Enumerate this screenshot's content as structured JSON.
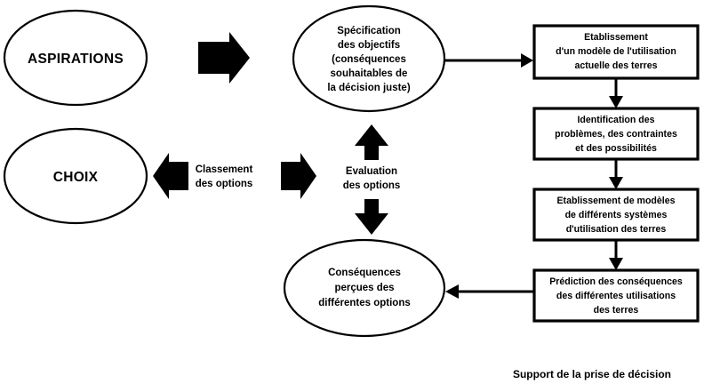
{
  "diagram": {
    "title_caption": "Support de la prise de décision",
    "nodes": {
      "aspirations": {
        "shape": "ellipse",
        "lines": [
          "ASPIRATIONS"
        ]
      },
      "choix": {
        "shape": "ellipse",
        "lines": [
          "CHOIX"
        ]
      },
      "specification": {
        "shape": "ellipse",
        "lines": [
          "Spécification",
          "des objectifs",
          "(conséquences",
          "souhaitables de",
          "la décision juste)"
        ]
      },
      "consequences": {
        "shape": "ellipse",
        "lines": [
          "Conséquences",
          "perçues des",
          "différentes options"
        ]
      },
      "box1": {
        "shape": "rect",
        "lines": [
          "Etablissement",
          "d'un modèle de l'utilisation",
          "actuelle des terres"
        ]
      },
      "box2": {
        "shape": "rect",
        "lines": [
          "Identification des",
          "problèmes, des contraintes",
          "et des possibilités"
        ]
      },
      "box3": {
        "shape": "rect",
        "lines": [
          "Etablissement de modèles",
          "de différents systèmes",
          "d'utilisation des terres"
        ]
      },
      "box4": {
        "shape": "rect",
        "lines": [
          "Prédiction des conséquences",
          "des différentes utilisations",
          "des terres"
        ]
      }
    },
    "edge_labels": {
      "classement": [
        "Classement",
        "des options"
      ],
      "evaluation": [
        "Evaluation",
        "des options"
      ]
    },
    "colors": {
      "stroke": "#000000",
      "fill": "#ffffff",
      "arrow": "#000000"
    }
  }
}
